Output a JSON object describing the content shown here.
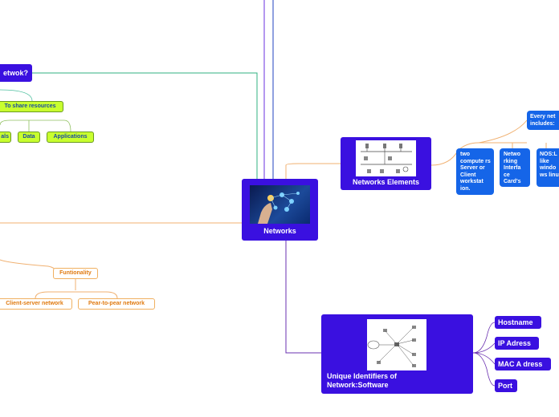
{
  "center": {
    "label": "Networks"
  },
  "left": {
    "question": "etwok?",
    "share": "To share resources",
    "resources": [
      "als",
      "Data",
      "Applications"
    ],
    "functionality": "Funtionality",
    "types": [
      "Client-server network",
      "Pear-to-pear network"
    ]
  },
  "elements": {
    "label": "Networks Elements",
    "every": "Every net includes:",
    "items": [
      "two compute rs Server or Client workstat ion.",
      "Netwo rking Interfa ce Card's",
      "NOS:L like windo ws linux"
    ]
  },
  "identifiers": {
    "label": "Unique Identifiers of Network:Software",
    "items": [
      "Hostname",
      "IP Adress",
      "MAC A dress",
      "Port"
    ]
  },
  "colors": {
    "purple": "#3a10e0",
    "blue": "#1565e8",
    "lime": "#c8ff2e",
    "orange": "#f0a030"
  }
}
